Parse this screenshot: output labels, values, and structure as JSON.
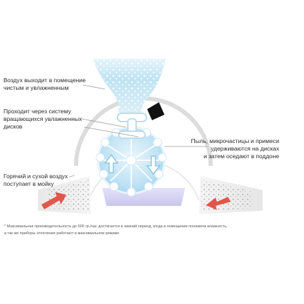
{
  "labels": {
    "air_out": [
      "Воздух выходит в помещение",
      "чистым и увлажненным"
    ],
    "discs": [
      "Проходит через систему",
      "вращающихся увлажненных",
      "дисков"
    ],
    "dust": [
      "Пыль, микрочастицы и примеси",
      "удерживаются на дисках",
      "и затем оседают в поддоне"
    ],
    "air_in": [
      "Горячий и сухой воздух",
      "поступает в мойку"
    ]
  },
  "footnote": [
    "* Максимальная производительность до 500 гр./час достигается в зимний период, когда в помещении понижена влажность,",
    "а так же приборы отопления работают в максимальном режиме"
  ],
  "colors": {
    "air_blue": "#bfe3f3",
    "disc_blue": "#9fd2ec",
    "water_violet": "#c9c6ee",
    "warm_air_red": "#e2564b",
    "frame_gray": "#d9d9d9",
    "leader_gray": "#9a9a9a",
    "knob_black": "#111111"
  },
  "icons": [
    "up-arrow-icon",
    "down-arrow-icon",
    "knob-icon"
  ]
}
